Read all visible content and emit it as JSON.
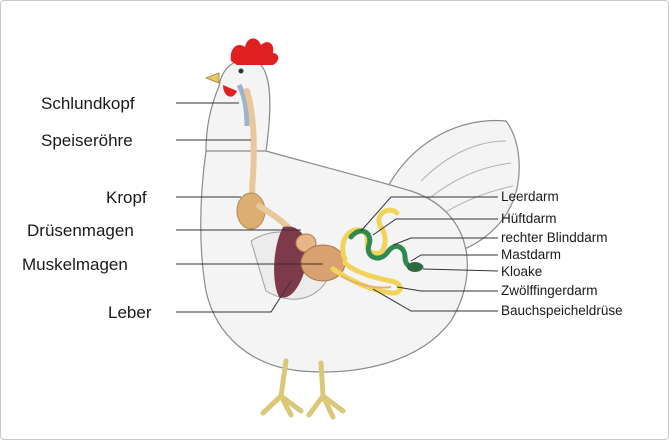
{
  "labels_left": {
    "schlundkopf": "Schlundkopf",
    "speiseroehre": "Speiseröhre",
    "kropf": "Kropf",
    "druesenmagen": "Drüsenmagen",
    "muskelmagen": "Muskelmagen",
    "leber": "Leber"
  },
  "labels_right": {
    "leerdarm": "Leerdarm",
    "hueftdarm": "Hüftdarm",
    "blinddarm": "rechter Blinddarm",
    "mastdarm": "Mastdarm",
    "kloake": "Kloake",
    "zwoelffingerdarm": "Zwölffingerdarm",
    "bauchspeicheldruese": "Bauchspeicheldrüse"
  },
  "colors": {
    "comb": "#e02020",
    "body": "#f4f4f4",
    "outline": "#8a8a8a",
    "esophagus": "#e8c79a",
    "crop": "#dcae72",
    "proventriculus": "#e8b589",
    "gizzard": "#d9a070",
    "liver": "#7e3a4a",
    "intestine_yellow": "#f2d35a",
    "intestine_green": "#2f8a4f",
    "legs": "#f0e6a8"
  }
}
